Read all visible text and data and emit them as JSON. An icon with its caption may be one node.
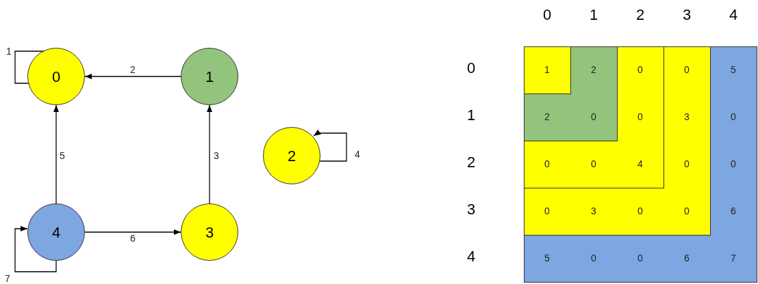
{
  "diagram": {
    "nodes": [
      {
        "text": [
          "0"
        ]
      },
      {
        "text": [
          "1"
        ]
      },
      {
        "text": [
          "2"
        ]
      },
      {
        "text": [
          "3"
        ]
      },
      {
        "text": [
          "4"
        ]
      }
    ],
    "edges": [
      {
        "from": 0,
        "to": 0,
        "arrow": "to",
        "label": "1"
      },
      {
        "from": 1,
        "to": 0,
        "arrow": "to",
        "label": "2"
      },
      {
        "from": 3,
        "to": 1,
        "arrow": "to",
        "label": "3"
      },
      {
        "from": 2,
        "to": 2,
        "arrow": "to",
        "label": "4"
      },
      {
        "from": 4,
        "to": 0,
        "arrow": "to",
        "label": "5"
      },
      {
        "from": 4,
        "to": 3,
        "arrow": "to",
        "label": "6"
      },
      {
        "from": 4,
        "to": 4,
        "arrow": "to",
        "label": "7"
      }
    ],
    "labels": [
      "0",
      "1",
      "2",
      "3",
      "4",
      "0",
      "1",
      "2",
      "0",
      "0",
      "5",
      "1",
      "2",
      "0",
      "0",
      "3",
      "0",
      "2",
      "0",
      "0",
      "4",
      "0",
      "0",
      "3",
      "0",
      "3",
      "0",
      "0",
      "6",
      "4",
      "5",
      "0",
      "0",
      "6",
      "7"
    ]
  }
}
